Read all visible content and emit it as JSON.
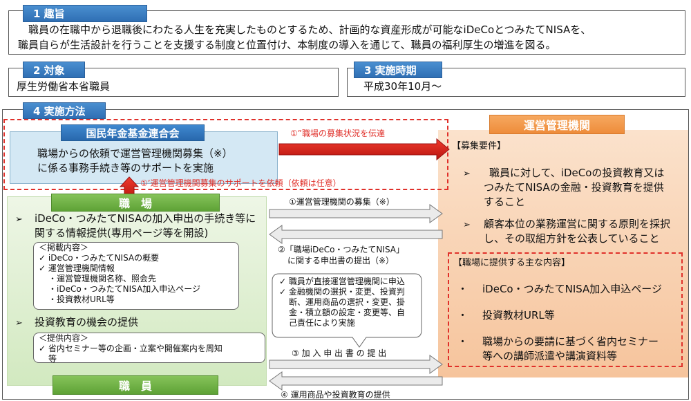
{
  "sec1": {
    "title": "1 趣旨",
    "line1": "　職員の在職中から退職後にわたる人生を充実したものとするため、計画的な資産形成が可能なiDeCoとつみたてNISAを、",
    "line2": "職員自らが生活設計を行うことを支援する制度と位置付け、本制度の導入を通じて、職員の福利厚生の増進を図る。"
  },
  "sec2": {
    "title": "2 対象",
    "text": "厚生労働省本省職員"
  },
  "sec3": {
    "title": "3 実施時期",
    "text": "平成30年10月～"
  },
  "sec4": {
    "title": "4 実施方法"
  },
  "kokumin": {
    "title": "国民年金基金連合会",
    "line1": "職場からの依頼で運営管理機関募集（※）",
    "line2": "に係る事務手続き等のサポートを実施"
  },
  "labels": {
    "announce": "①”職場の募集状況を伝達",
    "request": "①’運営管理機関募集のサポートを依頼（依頼は任意）",
    "recruit": "①運営管理機関の募集（※）",
    "apply1": "②「職場iDeCo・つみたてNISA」",
    "apply2": "に関する申出書の提出（※）",
    "submit": "③ 加 入 申 出 書 の 提 出",
    "provide": "④ 運用商品や投資教育の提供"
  },
  "shokuba": {
    "title": "職　場",
    "b1_l1": "iDeCo・つみたてNISAの加入申出の手続き等に",
    "b1_l2": "関する情報提供(専用ページ等を開設)",
    "box1": [
      "＜掲載内容＞",
      "✓ iDeCo・つみたてNISAの概要",
      "✓ 運営管理機関情報",
      "・運営管理機関名称、照会先",
      "・iDeCo・つみたてNISA加入申込ページ",
      "・投資教材URL等"
    ],
    "b2": "投資教育の機会の提供",
    "box2": [
      "＜提供内容＞",
      "✓ 省内セミナー等の企画・立案や開催案内を周知",
      "等"
    ]
  },
  "shokuin": {
    "title": "職　員"
  },
  "callout": [
    "✓ 職員が直接運営管理機関に申込",
    "✓ 金融機関の選択・変更、投資判",
    "断、運用商品の選択・変更、掛",
    "金・積立額の設定・変更等、自",
    "己責任により実施"
  ],
  "unei": {
    "title": "運営管理機関",
    "req_title": "【募集要件】",
    "req1_l1": "職員に対して、iDeCoの投資教育又は",
    "req1_l2": "つみたてNISAの金融・投資教育を提供",
    "req1_l3": "すること",
    "req2_l1": "顧客本位の業務運営に関する原則を採択",
    "req2_l2": "し、その取組方針を公表していること",
    "prov_title": "【職場に提供する主な内容】",
    "prov1": "iDeCo・つみたてNISA加入申込ページ",
    "prov2": "投資教材URL等",
    "prov3_l1": "職場からの要請に基づく省内セミナー",
    "prov3_l2": "等への講師派遣や講演資料等"
  },
  "bullets": {
    "arrow": "➢",
    "dot": "・"
  }
}
